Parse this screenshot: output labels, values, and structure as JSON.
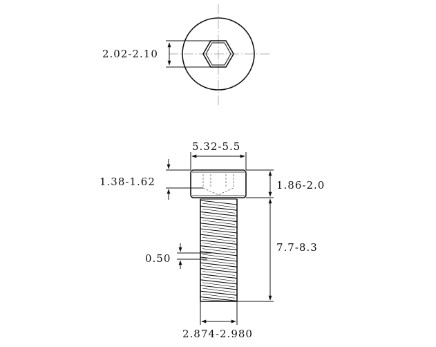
{
  "dimensions": {
    "socket_size": "2.02-2.10",
    "head_diameter": "5.32-5.5",
    "socket_depth": "1.38-1.62",
    "head_height": "1.86-2.0",
    "thread_pitch": "0.50",
    "screw_length": "7.7-8.3",
    "thread_diameter": "2.874-2.980"
  }
}
